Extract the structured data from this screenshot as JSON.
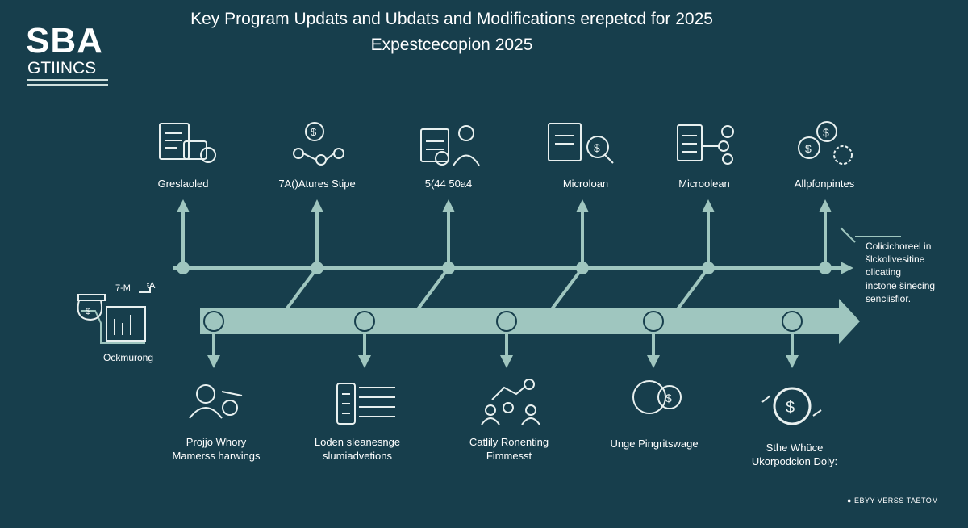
{
  "logo": {
    "line1": "SBA",
    "line2": "GTIINCS"
  },
  "title": {
    "line1": "Key Program Updats and Ubdats and Modifications erepetсd for 2025",
    "line2": "Expestсecopion 2025"
  },
  "top_items": [
    {
      "label": "Greslaoled",
      "icon": "document-chat-icon"
    },
    {
      "label": "7A()Atures Stipe",
      "icon": "dollar-network-icon"
    },
    {
      "label": "5(44 50a4",
      "icon": "loan-officer-icon"
    },
    {
      "label": "Microloan",
      "icon": "document-magnify-dollar-icon"
    },
    {
      "label": "Microolean",
      "icon": "document-dollar-flow-icon"
    },
    {
      "label": "Allpfonpintes",
      "icon": "dollar-gears-icon"
    }
  ],
  "left_item": {
    "label": "Ockmurong",
    "small_text": "7-M",
    "small_text2": "ŧA",
    "icon": "money-bag-chart-icon"
  },
  "side_note": {
    "lines": [
      "Colicichoreel in",
      "šlckolivesitine",
      "olicating",
      "inctone šinecing",
      "senciisfior."
    ]
  },
  "bottom_items": [
    {
      "line1": "Projjo Whory",
      "line2": "Mamerss harwings",
      "icon": "advisor-tools-icon"
    },
    {
      "line1": "Loden sleanesnge",
      "line2": "slumiadvetions",
      "icon": "checklist-arrows-icon"
    },
    {
      "line1": "Catlily Ronenting",
      "line2": "Fimmesst",
      "icon": "people-growth-icon"
    },
    {
      "line1": "Unge Pingritswage",
      "line2": "",
      "icon": "copyright-dollar-icon"
    },
    {
      "line1": "Sthe Whüce",
      "line2": "Ukorpodcion Doly:",
      "icon": "dollar-cycle-icon"
    }
  ],
  "footer": "EBYY VERSS TAETOM",
  "colors": {
    "background": "#173e4c",
    "line": "#9fc6bf",
    "text": "#ffffff"
  }
}
